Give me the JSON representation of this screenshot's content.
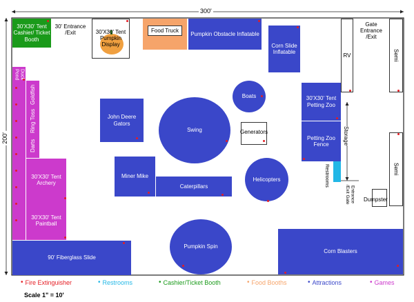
{
  "dimensions": {
    "width_label": "300'",
    "height_label": "200'"
  },
  "areas": {
    "tent_cashier": "30'X30' Tent Cashier/ Ticket Booth",
    "entrance_30": "30' Entrance /Exit",
    "tent_pumpkin": "30'X30' Tent Pumpkin Display",
    "food_truck": "Food Truck",
    "pumpkin_obstacle": "Pumpkin Obstacle Inflatable",
    "corn_slide": "Corn Slide Inflatable",
    "gate_entrance": "Gate Entrance /Exit",
    "rv": "RV",
    "semi_top": "Semi",
    "semi_bottom": "Semi",
    "duck_pond": "Duck Pond",
    "goldfish": "Goldfish",
    "ring_toss": "Ring Toss",
    "darts": "Darts",
    "boats": "Boats",
    "petting_zoo_tent": "30'X30' Tent Petting Zoo",
    "john_deere": "John Deere Gators",
    "swing": "Swing",
    "generators": "Generators",
    "petting_zoo_fence": "Petting Zoo Fence",
    "storage": "Storage",
    "restrooms": "Restrooms",
    "entrance_exit_gate": "Entrance /Exit Gate",
    "dumpster": "Dumpster",
    "tent_archery": "30'X30' Tent Archery",
    "miner_mike": "Miner Mike",
    "caterpillars": "Caterpillars",
    "helicopters": "Helicopters",
    "tent_paintball": "30'X30' Tent Paintball",
    "fiberglass_slide": "90' Fiberglass Slide",
    "pumpkin_spin": "Pumpkin Spin",
    "corn_blasters": "Corn Blasters"
  },
  "legend": [
    {
      "label": "Fire Extinguisher",
      "color": "#e51c23"
    },
    {
      "label": "Restrooms",
      "color": "#22b7e6"
    },
    {
      "label": "Cashier/Ticket Booth",
      "color": "#1a9a1a"
    },
    {
      "label": "Food Booths",
      "color": "#f6a46a"
    },
    {
      "label": "Attractions",
      "color": "#3a47c9"
    },
    {
      "label": "Games",
      "color": "#cc3acc"
    }
  ],
  "scale": "Scale 1\" = 10'"
}
